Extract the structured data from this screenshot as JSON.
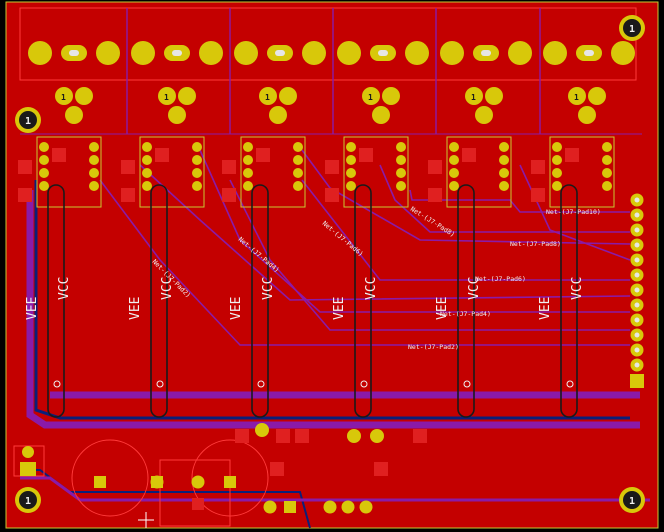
{
  "colors": {
    "copper": "#c40000",
    "outline": "#ff2a2a",
    "edge": "#c8c832",
    "pad": "#d8c80a",
    "pad_hole": "#e6e6e6",
    "trace_top": "#8a1aa8",
    "trace_bottom": "#0a1f7a",
    "smd": "#e02020",
    "label": "#f0f0f0"
  },
  "mounting_holes": [
    {
      "label": "1",
      "name": "mount-hole-top-left"
    },
    {
      "label": "1",
      "name": "mount-hole-top-right"
    },
    {
      "label": "1",
      "name": "mount-hole-bottom-left"
    },
    {
      "label": "1",
      "name": "mount-hole-bottom-right"
    }
  ],
  "channels": [
    {
      "vee": "VEE",
      "vcc": "VCC",
      "pin": "1"
    },
    {
      "vee": "VEE",
      "vcc": "VCC",
      "pin": "1"
    },
    {
      "vee": "VEE",
      "vcc": "VCC",
      "pin": "1"
    },
    {
      "vee": "VEE",
      "vcc": "VCC",
      "pin": "1"
    },
    {
      "vee": "VEE",
      "vcc": "VCC",
      "pin": "1"
    },
    {
      "vee": "VEE",
      "vcc": "VCC",
      "pin": "1"
    }
  ],
  "net_labels": [
    {
      "text": "Net-(J7-Pad10)"
    },
    {
      "text": "Net-(J7-Pad8)"
    },
    {
      "text": "Net-(J7-Pad6)"
    },
    {
      "text": "Net-(J7-Pad4)"
    },
    {
      "text": "Net-(J7-Pad2)"
    },
    {
      "text": "Net-(J7-Pad8)"
    },
    {
      "text": "Net-(J7-Pad6)"
    },
    {
      "text": "Net-(J7-Pad4)"
    },
    {
      "text": "Net-(J7-Pad2)"
    }
  ]
}
